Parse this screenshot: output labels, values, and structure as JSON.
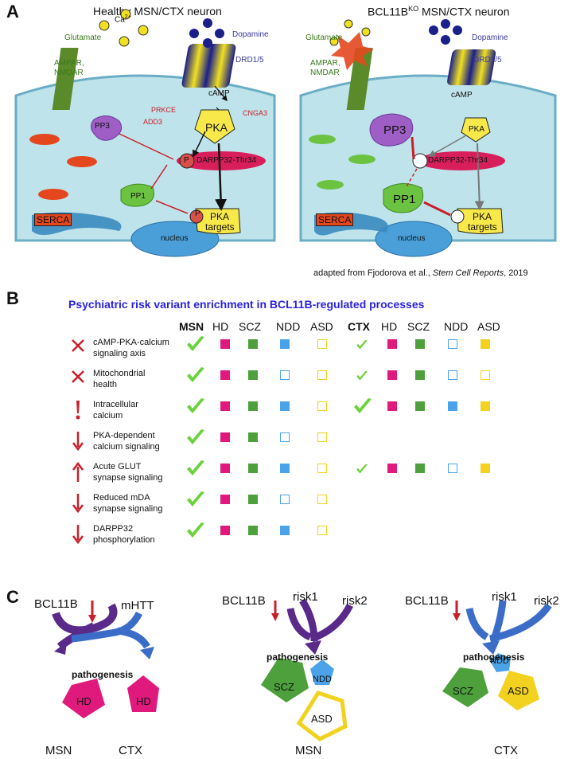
{
  "panel_a": {
    "letter": "A",
    "left_title": "Healthy MSN/CTX neuron",
    "right_title_main": "BCL11B",
    "right_title_sup": "KO",
    "right_title_rest": " MSN/CTX neuron",
    "labels": {
      "glutamate": "Glutamate",
      "ca": "Ca",
      "ca_sup": "2+",
      "dopamine": "Dopamine",
      "ampar": "AMPAR,",
      "nmdar": "NMDAR",
      "drd": "DRD1/5",
      "camp": "cAMP",
      "pp3": "PP3",
      "pka": "PKA",
      "prkce": "PRKCE",
      "add3": "ADD3",
      "cnga3": "CNGA3",
      "darpp": "DARPP32-Thr34",
      "p": "P",
      "pp1": "PP1",
      "pka_targets_1": "PKA",
      "pka_targets_2": "targets",
      "serca": "SERCA",
      "nucleus": "nucleus",
      "star": "*"
    },
    "citation_pre": "adapted from Fjodorova et al., ",
    "citation_journal": "Stem Cell Reports",
    "citation_post": ", 2019"
  },
  "panel_b": {
    "letter": "B",
    "title": "Psychiatric risk variant enrichment in BCL11B-regulated processes",
    "msn_header": "MSN",
    "ctx_header": "CTX",
    "disease_headers": [
      "HD",
      "SCZ",
      "NDD",
      "ASD"
    ],
    "rows": [
      {
        "symbol": "cross",
        "label_1": "cAMP-PKA-calcium",
        "label_2": "signaling axis",
        "msn": {
          "check": "large",
          "cells": [
            "filled",
            "filled",
            "filled",
            "empty"
          ]
        },
        "ctx": {
          "check": "small",
          "cells": [
            "filled",
            "filled",
            "empty",
            "filled"
          ]
        }
      },
      {
        "symbol": "cross",
        "label_1": "Mitochondrial",
        "label_2": "health",
        "msn": {
          "check": "large",
          "cells": [
            "filled",
            "filled",
            "empty",
            "empty"
          ]
        },
        "ctx": {
          "check": "small",
          "cells": [
            "filled",
            "filled",
            "empty",
            "empty"
          ]
        }
      },
      {
        "symbol": "exclaim",
        "label_1": "Intracellular",
        "label_2": "calcium",
        "msn": {
          "check": "large",
          "cells": [
            "filled",
            "filled",
            "filled",
            "empty"
          ]
        },
        "ctx": {
          "check": "large",
          "cells": [
            "filled",
            "filled",
            "filled",
            "filled"
          ]
        }
      },
      {
        "symbol": "down",
        "label_1": "PKA-dependent",
        "label_2": "calcium signaling",
        "msn": {
          "check": "large",
          "cells": [
            "filled",
            "filled",
            "empty",
            "empty"
          ]
        },
        "ctx": null
      },
      {
        "symbol": "up",
        "label_1": "Acute GLUT",
        "label_2": "synapse signaling",
        "msn": {
          "check": "large",
          "cells": [
            "filled",
            "filled",
            "filled",
            "empty"
          ]
        },
        "ctx": {
          "check": "small",
          "cells": [
            "filled",
            "filled",
            "empty",
            "filled"
          ]
        }
      },
      {
        "symbol": "down",
        "label_1": "Reduced mDA",
        "label_2": "synapse signaling",
        "msn": {
          "check": "large",
          "cells": [
            "filled",
            "filled",
            "empty",
            "empty"
          ]
        },
        "ctx": null
      },
      {
        "symbol": "down",
        "label_1": "DARPP32",
        "label_2": "phosphorylation",
        "msn": {
          "check": "large",
          "cells": [
            "filled",
            "filled",
            "filled",
            "empty"
          ]
        },
        "ctx": null
      }
    ],
    "colors": {
      "HD": "#e0197d",
      "SCZ": "#4da03c",
      "NDD": "#4aa3e8",
      "ASD": "#f2d21e",
      "check": "#6bd23c",
      "mark": "#c8202a"
    }
  },
  "panel_c": {
    "letter": "C",
    "pathogenesis": "pathogenesis",
    "diagrams": [
      {
        "inputs": [
          "BCL11B",
          "mHTT"
        ],
        "shapes": [
          "HD",
          "HD"
        ],
        "captions": [
          "MSN",
          "CTX"
        ]
      },
      {
        "inputs": [
          "BCL11B",
          "risk1",
          "risk2"
        ],
        "shapes": [
          "SCZ",
          "NDD",
          "ASD"
        ],
        "captions": [
          "MSN"
        ]
      },
      {
        "inputs": [
          "BCL11B",
          "risk1",
          "risk2"
        ],
        "shapes": [
          "NDD",
          "SCZ",
          "ASD"
        ],
        "captions": [
          "CTX"
        ]
      }
    ]
  }
}
